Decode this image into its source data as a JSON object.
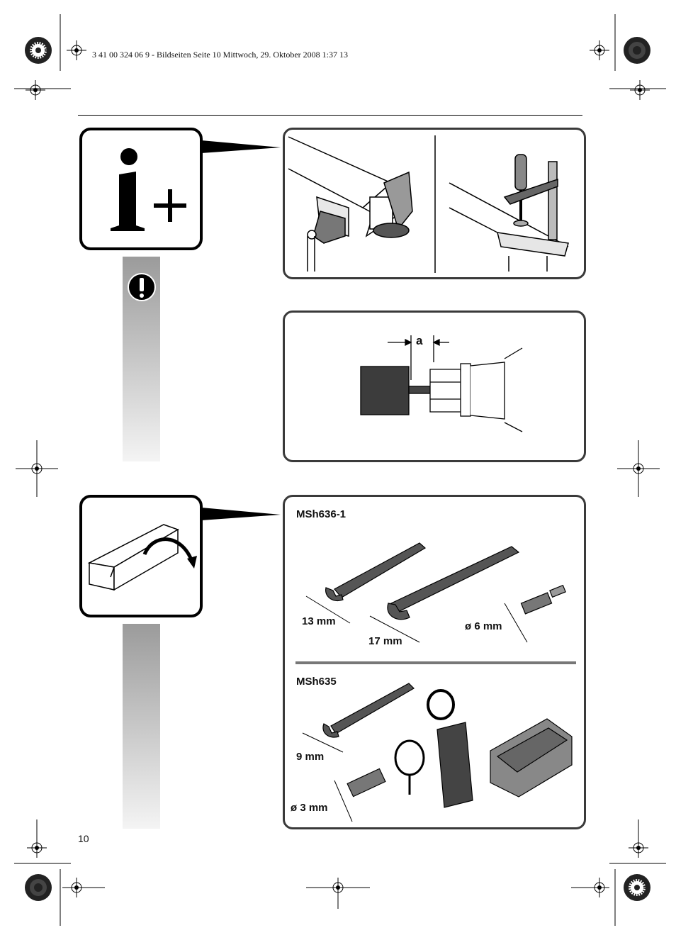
{
  "print_header": "3 41 00 324 06 9 - Bildseiten  Seite 10  Mittwoch, 29. Oktober 2008  1:37 13",
  "dimension_a": "a",
  "accessory_set_1": {
    "model": "MSh636-1",
    "wrench_small": "13 mm",
    "wrench_large": "17 mm",
    "collet": "ø 6 mm"
  },
  "accessory_set_2": {
    "model": "MSh635",
    "wrench": "9 mm",
    "collet": "ø 3 mm"
  },
  "page_number": "10",
  "icons": [
    "info-plus-icon",
    "warning-exclamation-icon",
    "box-open-icon",
    "registration-mark-icon"
  ]
}
